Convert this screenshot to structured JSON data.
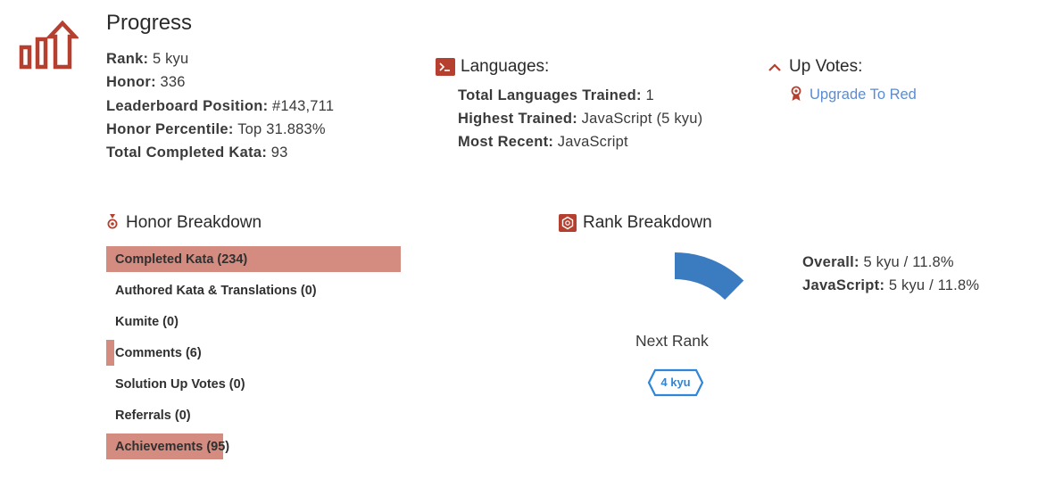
{
  "progress": {
    "title": "Progress",
    "stats": [
      {
        "label": "Rank:",
        "value": "5 kyu"
      },
      {
        "label": "Honor:",
        "value": "336"
      },
      {
        "label": "Leaderboard Position:",
        "value": "#143,711"
      },
      {
        "label": "Honor Percentile:",
        "value": "Top 31.883%"
      },
      {
        "label": "Total Completed Kata:",
        "value": "93"
      }
    ]
  },
  "languages": {
    "title": "Languages:",
    "stats": [
      {
        "label": "Total Languages Trained:",
        "value": "1"
      },
      {
        "label": "Highest Trained:",
        "value": "JavaScript (5 kyu)"
      },
      {
        "label": "Most Recent:",
        "value": "JavaScript"
      }
    ]
  },
  "upvotes": {
    "title": "Up Votes:",
    "link": "Upgrade To Red"
  },
  "honor_breakdown": {
    "title": "Honor Breakdown",
    "items": [
      {
        "label": "Completed Kata (234)",
        "fill": 0.97
      },
      {
        "label": "Authored Kata & Translations (0)",
        "fill": 0
      },
      {
        "label": "Kumite (0)",
        "fill": 0
      },
      {
        "label": "Comments (6)",
        "fill": 0.027
      },
      {
        "label": "Solution Up Votes (0)",
        "fill": 0
      },
      {
        "label": "Referrals (0)",
        "fill": 0
      },
      {
        "label": "Achievements (95)",
        "fill": 0.385
      }
    ]
  },
  "rank_breakdown": {
    "title": "Rank Breakdown",
    "progress_pct": 11.8,
    "next_rank_label": "Next Rank",
    "next_rank_badge": "4 kyu",
    "stats": [
      {
        "label": "Overall:",
        "value": "5 kyu / 11.8%"
      },
      {
        "label": "JavaScript:",
        "value": "5 kyu / 11.8%"
      }
    ]
  },
  "colors": {
    "accent": "#b5402f",
    "bar": "#d48c80",
    "rank_arc": "#3b7bbf",
    "badge": "#2f86d8",
    "link": "#5b8ccf"
  }
}
